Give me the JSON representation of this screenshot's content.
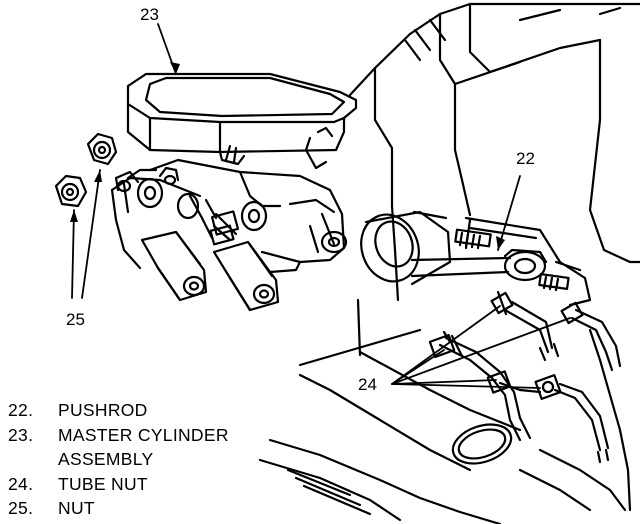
{
  "callouts": {
    "c22": "22",
    "c23": "23",
    "c24": "24",
    "c25": "25"
  },
  "legend": [
    {
      "num": "22.",
      "text": "PUSHROD"
    },
    {
      "num": "23.",
      "text": "MASTER CYLINDER"
    },
    {
      "num": "",
      "text": "ASSEMBLY"
    },
    {
      "num": "24.",
      "text": "TUBE NUT"
    },
    {
      "num": "25.",
      "text": "NUT"
    }
  ]
}
